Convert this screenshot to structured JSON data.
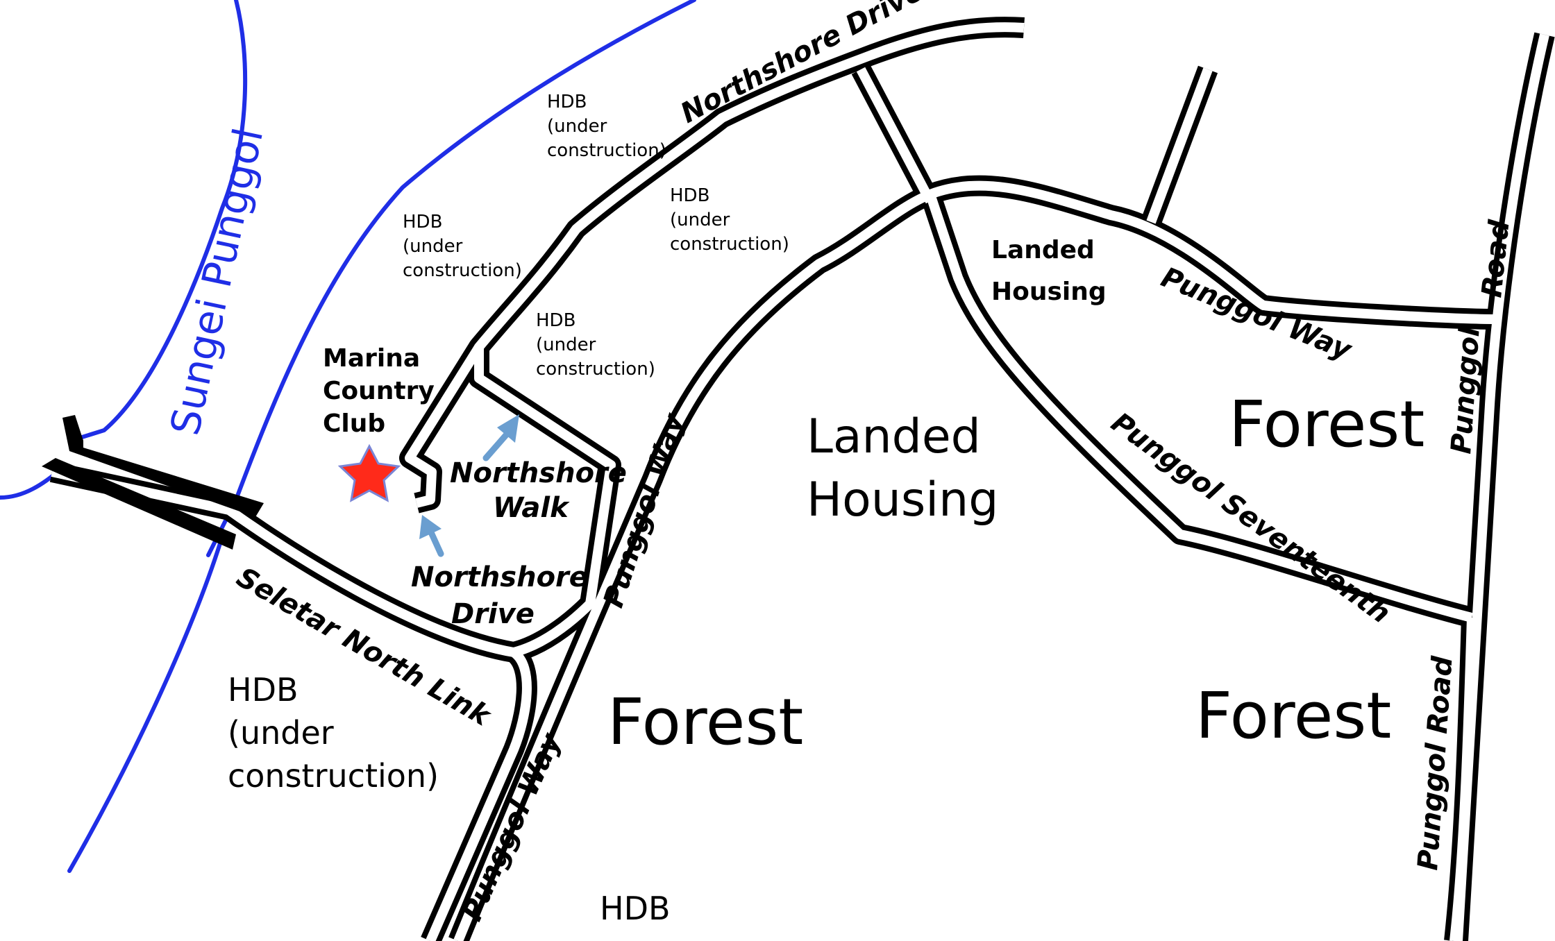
{
  "river": {
    "name": "Sungei Punggol"
  },
  "roads": {
    "northshore_drive_top": "Northshore Drive",
    "northshore_drive_low_line1": "Northshore",
    "northshore_drive_low_line2": "Drive",
    "northshore_walk_line1": "Northshore",
    "northshore_walk_line2": "Walk",
    "seletar_north_link": "Seletar North Link",
    "punggol_way_mid": "Punggol Way",
    "punggol_way_lower": "Punggol Way",
    "punggol_way_east": "Punggol Way",
    "punggol_seventeenth": "Punggol Seventeenth",
    "punggol_road_top": "Road",
    "punggol_road_mid": "Punggol",
    "punggol_road_lower": "Punggol Road"
  },
  "places": {
    "marina_country_club": [
      "Marina",
      "Country",
      "Club"
    ],
    "hdb_under_construction_small": [
      "HDB",
      "(under",
      "construction)"
    ],
    "hdb_under_construction_large": [
      "HDB",
      "(under",
      "construction)"
    ],
    "hdb_bottom": "HDB",
    "landed_housing_small": [
      "Landed",
      "Housing"
    ],
    "landed_housing_large": [
      "Landed",
      "Housing"
    ],
    "forest": "Forest"
  },
  "marker": {
    "icon": "star-icon",
    "color": "#ff2a1a",
    "outline": "#7a86d6"
  },
  "colors": {
    "river": "#1f2ee6",
    "road": "#000000",
    "arrow": "#6a9ed0"
  }
}
